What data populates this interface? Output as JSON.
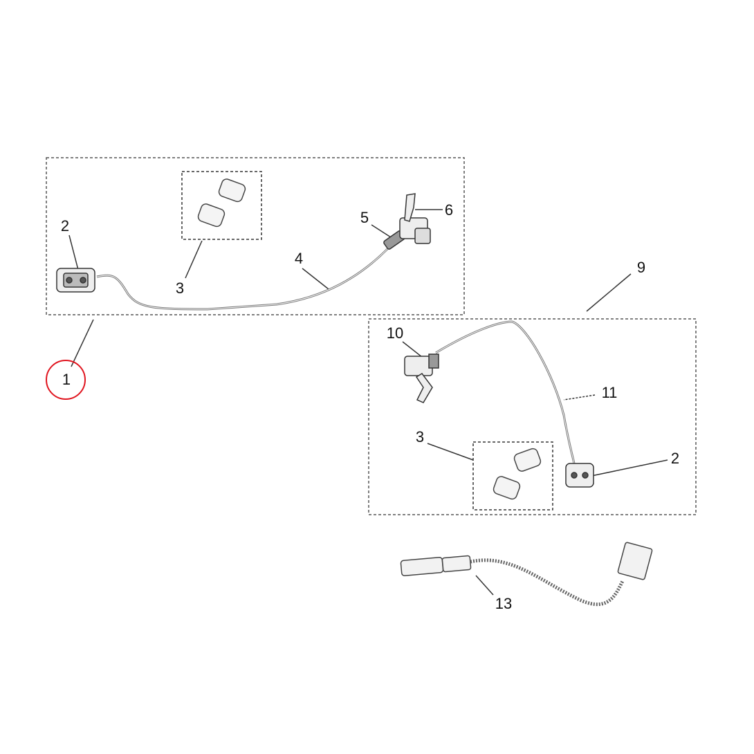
{
  "diagram": {
    "highlight_color": "#e0141e",
    "line_color": "#333333",
    "callouts": {
      "c1": "1",
      "c2_front": "2",
      "c3_front": "3",
      "c4": "4",
      "c5": "5",
      "c6": "6",
      "c9": "9",
      "c10": "10",
      "c11": "11",
      "c3_rear": "3",
      "c2_rear": "2",
      "c13": "13"
    },
    "selected_callout": "1"
  }
}
